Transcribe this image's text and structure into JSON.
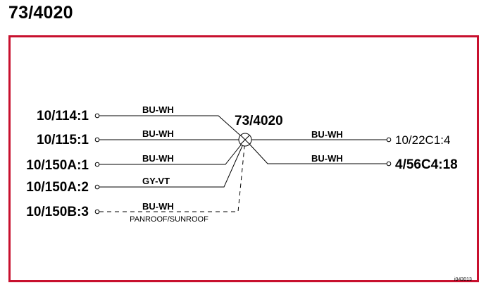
{
  "page": {
    "title": "73/4020"
  },
  "diagram": {
    "splice_label": "73/4020",
    "footnote_code": "i043013",
    "left_connections": [
      {
        "connector": "10/114:1",
        "wire": "BU-WH"
      },
      {
        "connector": "10/115:1",
        "wire": "BU-WH"
      },
      {
        "connector": "10/150A:1",
        "wire": "BU-WH"
      },
      {
        "connector": "10/150A:2",
        "wire": "GY-VT"
      },
      {
        "connector": "10/150B:3",
        "wire": "BU-WH",
        "note": "PANROOF/SUNROOF"
      }
    ],
    "right_connections": [
      {
        "connector": "10/22C1:4",
        "wire": "BU-WH"
      },
      {
        "connector": "4/56C4:18",
        "wire": "BU-WH"
      }
    ],
    "colors": {
      "frame_border": "#c8102e",
      "line": "#000000"
    }
  }
}
